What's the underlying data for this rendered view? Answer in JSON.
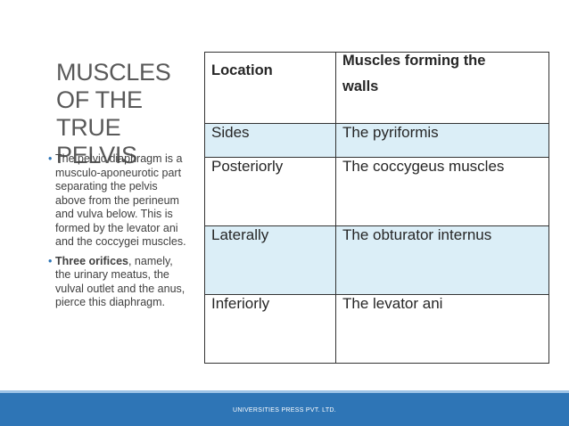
{
  "title": [
    "MUSCLES",
    "OF THE",
    "TRUE PELVIS"
  ],
  "bullets": [
    {
      "bold": "",
      "text": "The pelvic diaphragm is a musculo-aponeurotic part separating the pelvis above from the perineum and vulva below. This is formed by the levator ani and the coccygei muscles."
    },
    {
      "bold": "Three orifices",
      "text": ", namely, the urinary meatus, the vulval outlet and the anus, pierce this diaphragm."
    }
  ],
  "table": {
    "headers": [
      "Location",
      "Muscles forming the",
      "walls"
    ],
    "rows": [
      {
        "location": "Sides",
        "muscle": "The pyriformis"
      },
      {
        "location": "Posteriorly",
        "muscle": "The coccygeus muscles"
      },
      {
        "location": "Laterally",
        "muscle": "The obturator internus"
      },
      {
        "location": "Inferiorly",
        "muscle": "The levator ani"
      }
    ]
  },
  "footer": "UNIVERSITIES PRESS PVT. LTD.",
  "colors": {
    "accent": "#2e75b6",
    "row_highlight": "#dbeef7"
  }
}
